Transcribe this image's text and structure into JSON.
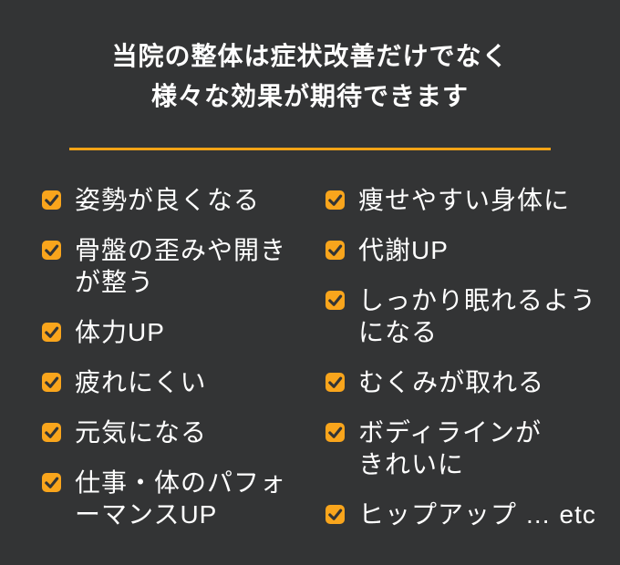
{
  "page": {
    "background": "#333435",
    "text_color": "#ffffff",
    "accent_orange": "#F2A316",
    "checkbox_orange": "#F9A51C",
    "check_color": "#333435"
  },
  "header": {
    "title_line1": "当院の整体は症状改善だけでなく",
    "title_line2": "様々な効果が期待できます"
  },
  "benefits": {
    "left": [
      "姿勢が良くなる",
      "骨盤の歪みや開き\nが整う",
      "体力UP",
      "疲れにくい",
      "元気になる",
      "仕事・体のパフォ\nーマンスUP"
    ],
    "right": [
      "痩せやすい身体に",
      "代謝UP",
      "しっかり眠れるよう\nになる",
      "むくみが取れる",
      "ボディラインが\nきれいに",
      "ヒップアップ … etc"
    ]
  }
}
